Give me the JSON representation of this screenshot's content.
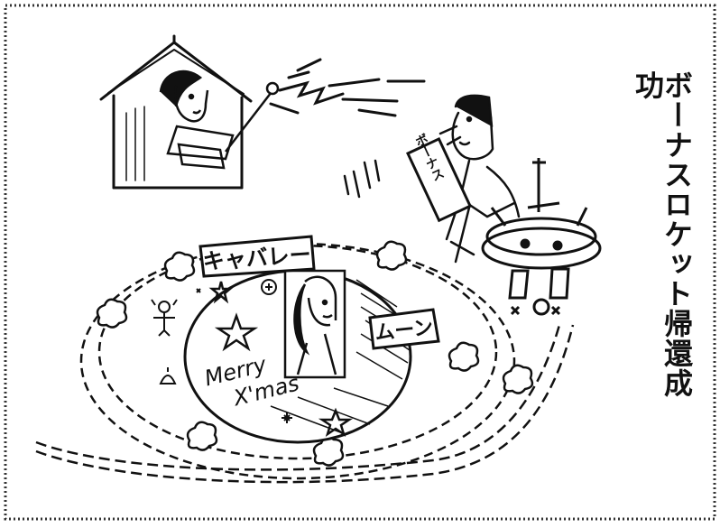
{
  "caption": "ボーナスロケット帰還成功",
  "signs": {
    "cabaret": "キャバレー",
    "moon": "ムーン",
    "bonus": "ボーナス"
  },
  "greeting": {
    "line1": "Merry",
    "line2": "X'mas"
  }
}
